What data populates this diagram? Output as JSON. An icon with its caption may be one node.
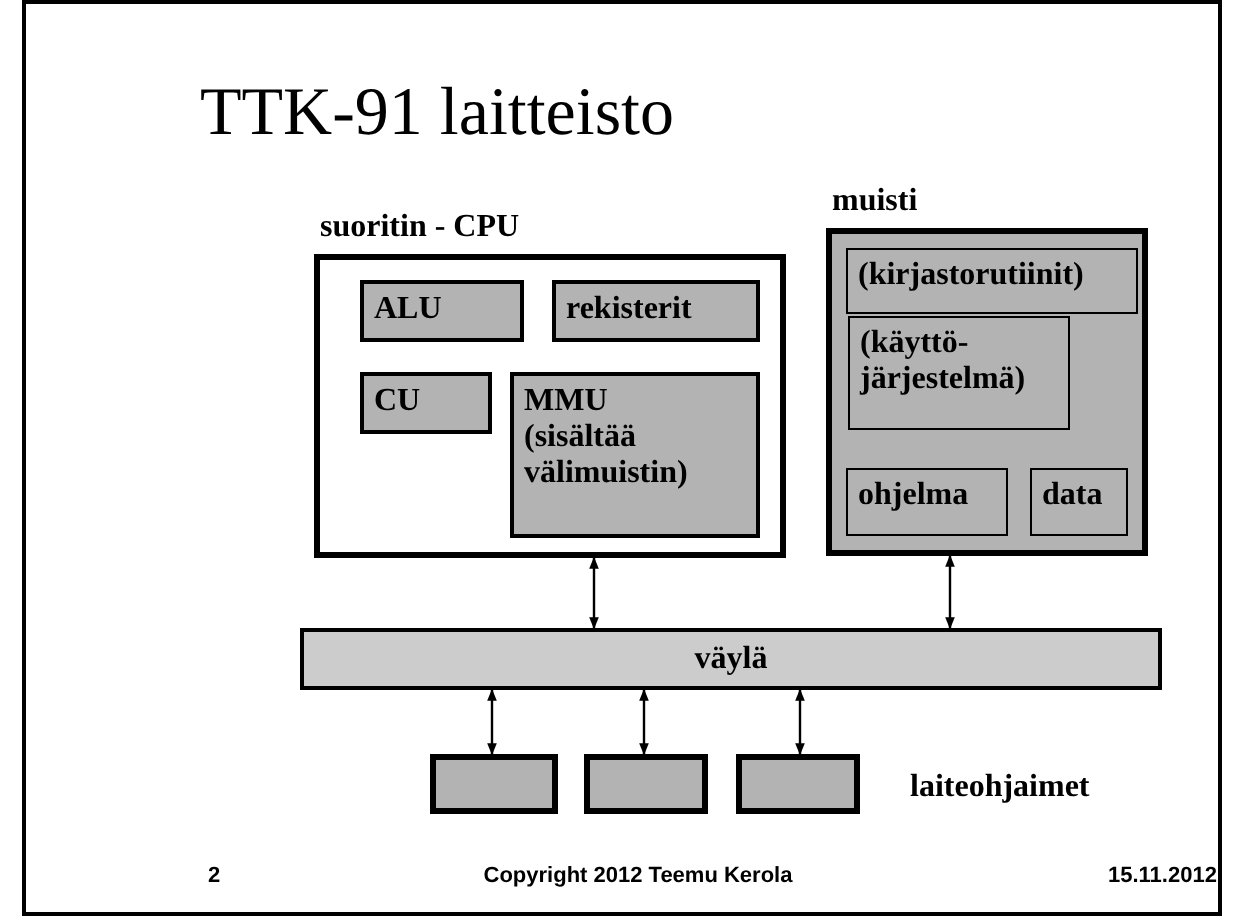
{
  "diagram": {
    "title": "TTK-91 laitteisto",
    "nodes": [
      {
        "text": [
          "suoritin - CPU"
        ]
      },
      {
        "text": [
          "ALU"
        ],
        "in": 0
      },
      {
        "text": [
          "rekisterit"
        ],
        "in": 0
      },
      {
        "text": [
          "CU"
        ],
        "in": 0
      },
      {
        "text": [
          "MMU (sisältää välimuistin)"
        ],
        "in": 0
      },
      {
        "text": [
          "muisti"
        ]
      },
      {
        "text": [
          "(kirjastorutiinit)"
        ],
        "in": 5
      },
      {
        "text": [
          "(käyttö- järjestelmä)"
        ],
        "in": 5
      },
      {
        "text": [
          "ohjelma"
        ],
        "in": 5
      },
      {
        "text": [
          "data"
        ],
        "in": 5
      },
      {
        "text": [
          "väylä"
        ]
      },
      {
        "text": [],
        "shape": "box"
      },
      {
        "text": [],
        "shape": "box"
      },
      {
        "text": [],
        "shape": "box"
      }
    ],
    "edges": [
      {
        "from": 0,
        "to": 10,
        "arrow": "both"
      },
      {
        "from": 5,
        "to": 10,
        "arrow": "both"
      },
      {
        "from": 10,
        "to": 11,
        "arrow": "both"
      },
      {
        "from": 10,
        "to": 12,
        "arrow": "both"
      },
      {
        "from": 10,
        "to": 13,
        "arrow": "both"
      }
    ],
    "labels": [
      "laiteohjaimet",
      "2",
      "Copyright 2012 Teemu Kerola",
      "15.11.2012"
    ]
  }
}
